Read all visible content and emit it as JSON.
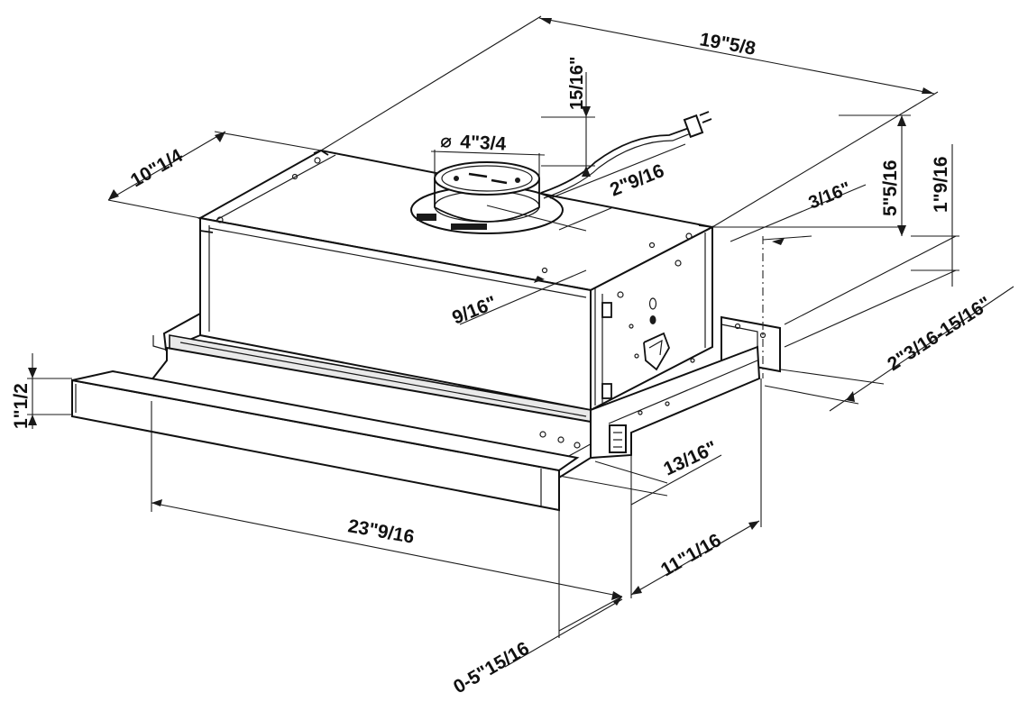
{
  "diagram": {
    "subject": "telescopic range hood dimension drawing",
    "dimensions": {
      "overall_width": "19\"5/8",
      "depth": "10\"1/4",
      "duct_diameter": "4\"3/4",
      "collar_height": "15/16\"",
      "duct_offset": "2\"9/16",
      "side_gap": "3/16\"",
      "body_height": "5\"5/16",
      "rail_height": "1\"9/16",
      "front_offset": "9/16\"",
      "visor_height": "1\"1/2",
      "slide_range": "2\"3/16-15/16\"",
      "panel_gap": "13/16\"",
      "front_width": "23\"9/16",
      "body_depth": "11\"1/16",
      "extension": "0-5\"15/16"
    },
    "duct_symbol": "⌀"
  }
}
